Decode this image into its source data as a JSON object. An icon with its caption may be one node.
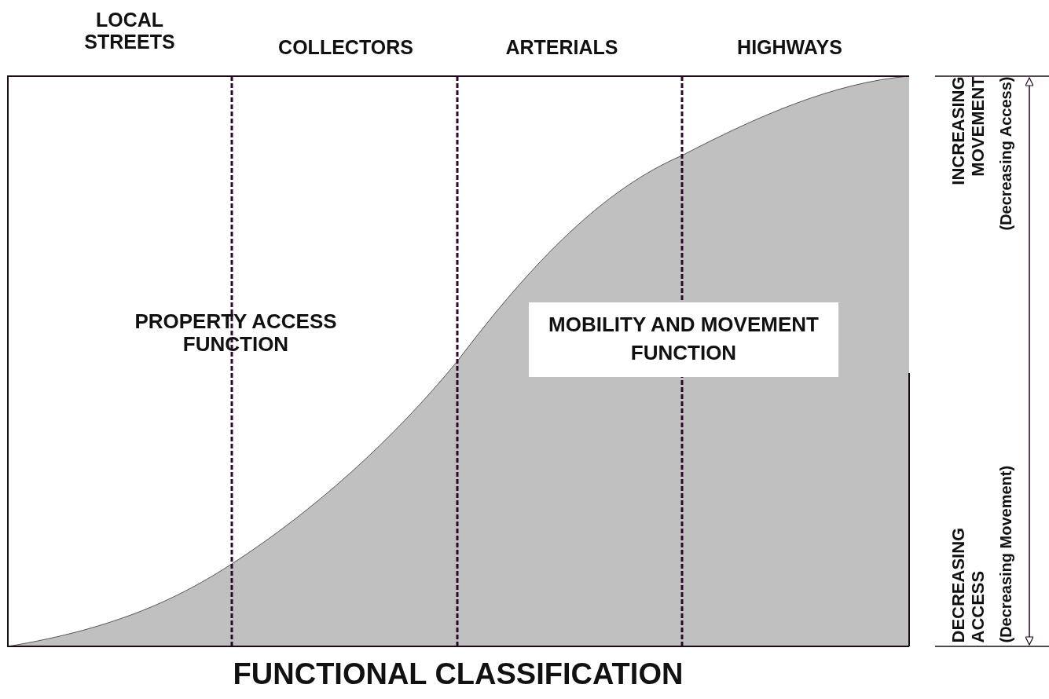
{
  "diagram": {
    "caption": "FUNCTIONAL CLASSIFICATION",
    "labels": [
      "LOCAL STREETS",
      "COLLECTORS",
      "ARTERIALS",
      "HIGHWAYS",
      "INCREASING MOVEMENT",
      "(Decreasing Access)",
      "PROPERTY ACCESS FUNCTION",
      "MOBILITY AND MOVEMENT FUNCTION",
      "DECREASING ACCESS",
      "(Decreasing Movement)"
    ]
  }
}
